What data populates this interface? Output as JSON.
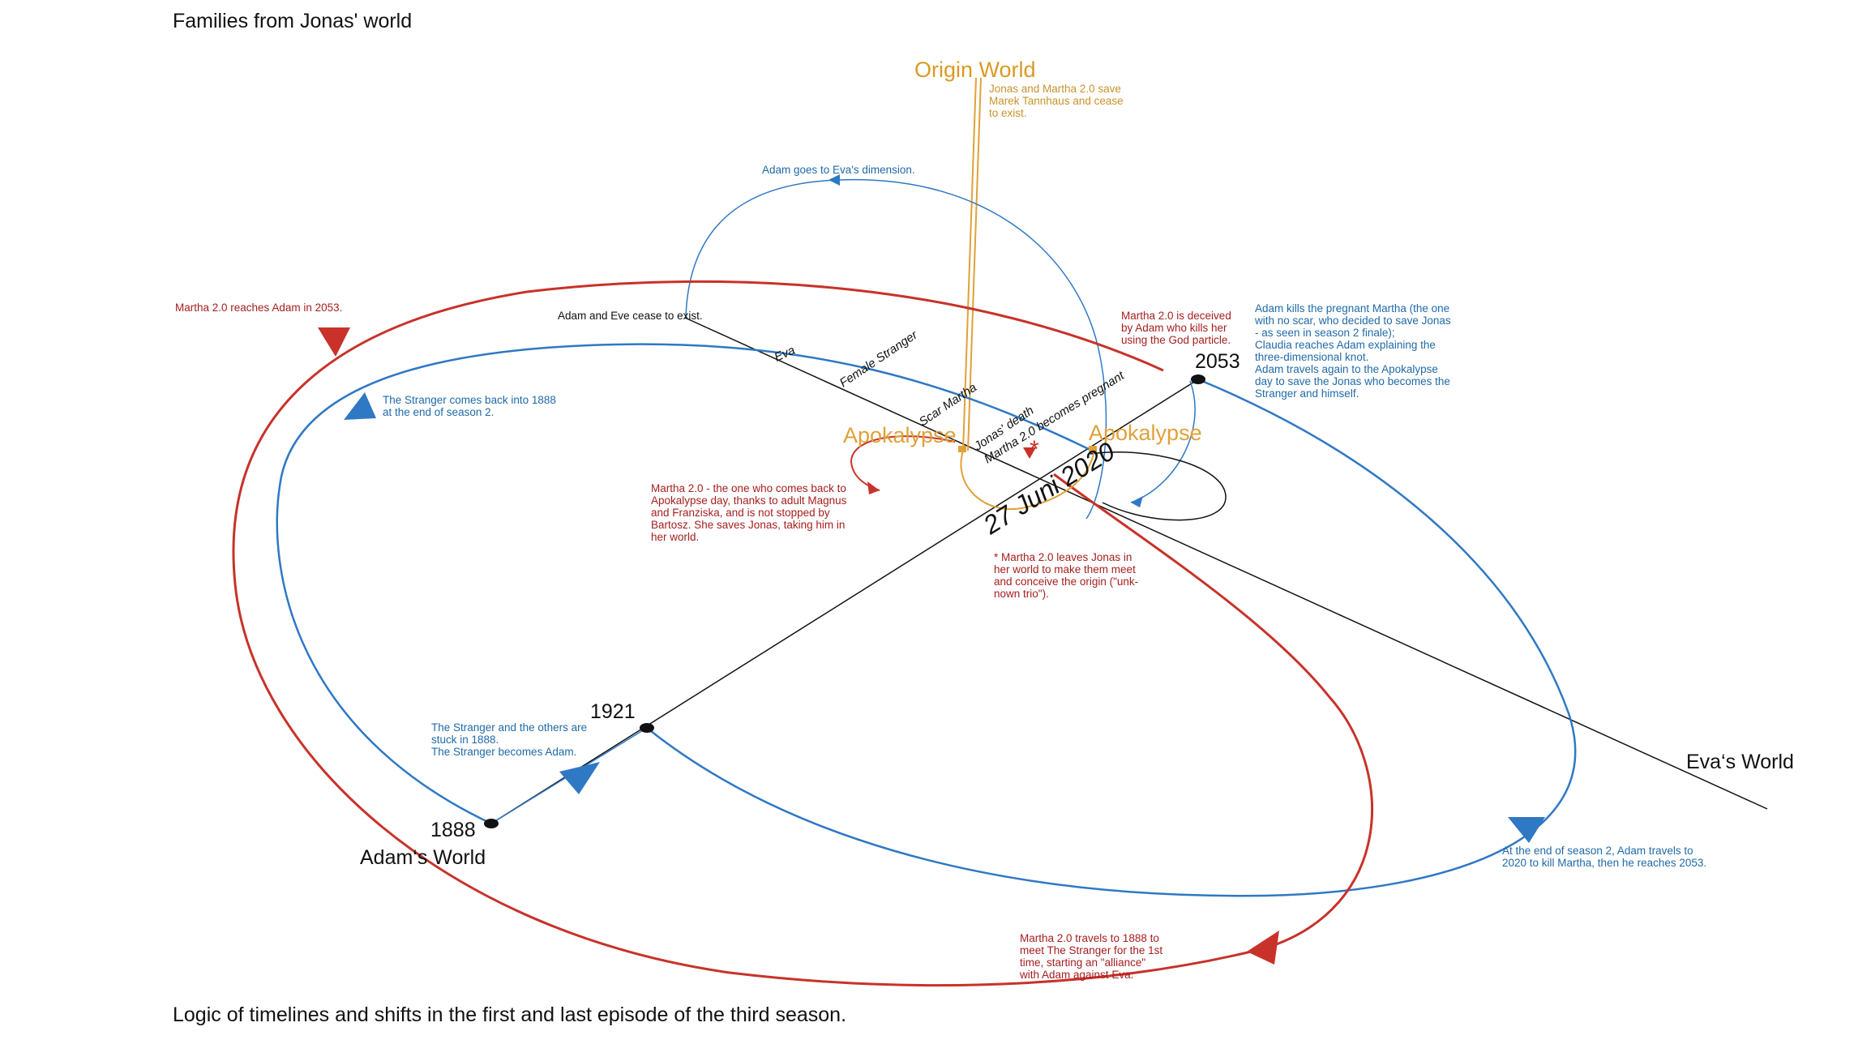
{
  "title": "Families from Jonas' world",
  "caption": "Logic of timelines and shifts in the first and last episode of the third season.",
  "colors": {
    "red": "#c8322a",
    "blue": "#2f78c4",
    "orange": "#e0a13a",
    "black": "#111111",
    "annotation_blue": "#1f6aa8",
    "annotation_red": "#a61e1e"
  },
  "labels": {
    "origin_world": "Origin World",
    "apokalypse_left": "Apokalypse",
    "apokalypse_right": "Apokalypse",
    "date": "27 Juni 2020",
    "adams_world": "Adam‘s World",
    "evas_world": "Eva‘s World",
    "year_1888": "1888",
    "year_1921": "1921",
    "year_2053": "2053",
    "asterisk": "*",
    "diagonal": {
      "eva": "Eva",
      "female_stranger": "Female Stranger",
      "scar_martha": "Scar Martha",
      "jonas_death": "Jonas' death",
      "martha_pregnant": "Martha 2.0 becomes pregnant"
    }
  },
  "annotations": {
    "origin_save": [
      "Jonas and Martha 2.0 save",
      "Marek Tannhaus and cease",
      "to exist."
    ],
    "adam_eva_dimension": [
      "Adam goes to Eva's dimension."
    ],
    "adam_eve_cease": [
      "Adam and Eve cease to exist."
    ],
    "martha_reaches_adam": [
      "Martha 2.0 reaches Adam in 2053."
    ],
    "stranger_back": [
      "The Stranger comes back into 1888",
      "at the end of season 2."
    ],
    "martha_deceived": [
      "Martha 2.0 is deceived",
      "by Adam who kills her",
      "using the God particle."
    ],
    "adam_kills": [
      "Adam kills the pregnant Martha (the one",
      "with no scar, who decided to save Jonas",
      "- as seen in season 2 finale);",
      "Claudia reaches Adam explaining the",
      "three-dimensional knot.",
      "Adam travels again to the Apokalypse",
      "day to save the Jonas who becomes the",
      "Stranger and himself."
    ],
    "martha_comes_back": [
      "Martha 2.0 - the one who comes back to",
      "Apokalypse day, thanks to adult Magnus",
      "and Franziska, and is not stopped by",
      "Bartosz. She saves Jonas, taking him in",
      "her world."
    ],
    "martha_leaves": [
      "* Martha 2.0 leaves Jonas in",
      "her world to make them meet",
      "and conceive the origin (\"unk-",
      "nown trio\")."
    ],
    "stranger_stuck": [
      "The Stranger and the others are",
      "stuck in 1888.",
      "The Stranger becomes Adam."
    ],
    "end_season2": [
      "At the end of season 2, Adam travels to",
      "2020 to kill Martha, then he reaches 2053."
    ],
    "martha_travels_1888": [
      "Martha 2.0 travels to 1888 to",
      "meet The Stranger for the 1st",
      "time, starting an \"alliance\"",
      "with Adam against Eva."
    ]
  }
}
